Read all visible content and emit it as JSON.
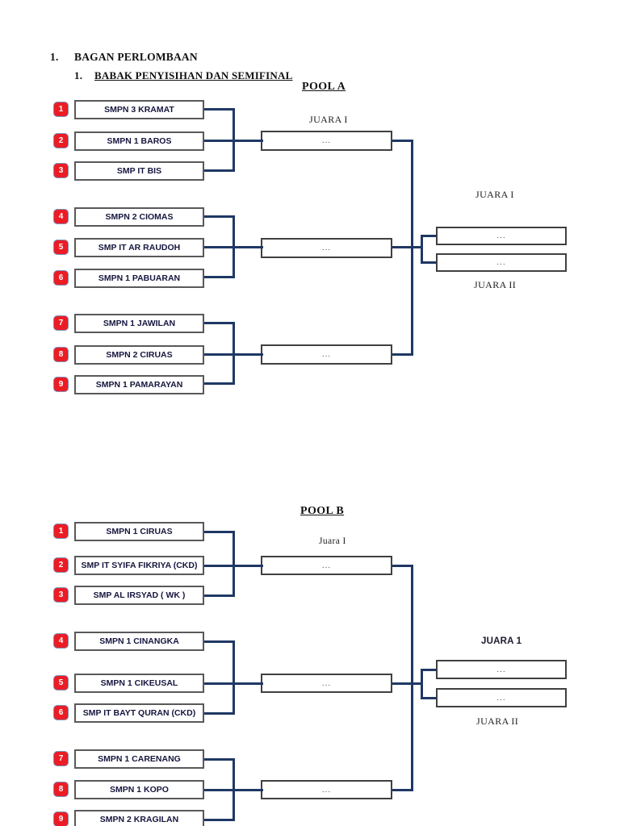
{
  "header": {
    "number": "1.",
    "title": "BAGAN PERLOMBAAN",
    "sub_number": "1.",
    "sub_title": "BABAK PENYISIHAN DAN SEMIFINAL"
  },
  "colors": {
    "badge_red": "#ec1c24",
    "connector_navy": "#1f3864",
    "team_box_border": "#595959",
    "match_box_border": "#404040"
  },
  "pools": [
    {
      "title": "POOL A",
      "semi_label": "JUARA I",
      "final_label_top": "JUARA I",
      "final_label_bottom": "JUARA II",
      "teams": [
        {
          "seed": "1",
          "name": "SMPN 3 KRAMAT"
        },
        {
          "seed": "2",
          "name": "SMPN 1 BAROS"
        },
        {
          "seed": "3",
          "name": "SMP IT BIS"
        },
        {
          "seed": "4",
          "name": "SMPN 2 CIOMAS"
        },
        {
          "seed": "5",
          "name": "SMP IT AR RAUDOH"
        },
        {
          "seed": "6",
          "name": "SMPN 1 PABUARAN"
        },
        {
          "seed": "7",
          "name": "SMPN 1 JAWILAN"
        },
        {
          "seed": "8",
          "name": "SMPN 2 CIRUAS"
        },
        {
          "seed": "9",
          "name": "SMPN 1 PAMARAYAN"
        }
      ],
      "matches": [
        "...",
        "...",
        "..."
      ],
      "finals": [
        "...",
        "..."
      ]
    },
    {
      "title": "POOL B",
      "semi_label": "Juara I",
      "final_label_top": "JUARA 1",
      "final_label_bottom": "JUARA II",
      "teams": [
        {
          "seed": "1",
          "name": "SMPN 1 CIRUAS"
        },
        {
          "seed": "2",
          "name": "SMP IT SYIFA FIKRIYA (CKD)"
        },
        {
          "seed": "3",
          "name": "SMP AL IRSYAD ( WK )"
        },
        {
          "seed": "4",
          "name": "SMPN 1 CINANGKA"
        },
        {
          "seed": "5",
          "name": "SMPN 1 CIKEUSAL"
        },
        {
          "seed": "6",
          "name": "SMP IT BAYT QURAN (CKD)"
        },
        {
          "seed": "7",
          "name": "SMPN 1 CARENANG"
        },
        {
          "seed": "8",
          "name": "SMPN 1 KOPO"
        },
        {
          "seed": "9",
          "name": "SMPN 2 KRAGILAN"
        }
      ],
      "matches": [
        "...",
        "...",
        "..."
      ],
      "finals": [
        "...",
        "..."
      ]
    }
  ]
}
